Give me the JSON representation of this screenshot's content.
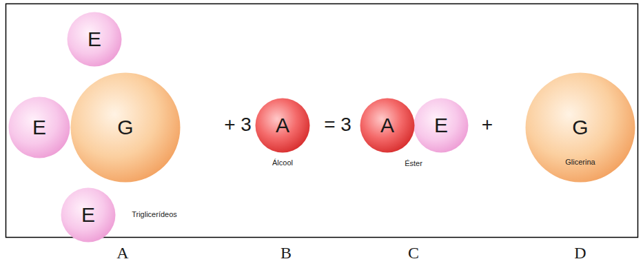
{
  "diagram": {
    "nodes": [
      {
        "text": [
          "E"
        ]
      },
      {
        "text": [
          "E"
        ]
      },
      {
        "text": [
          "G"
        ]
      },
      {
        "text": [
          "E"
        ]
      },
      {
        "text": [
          "A",
          "Álcool"
        ]
      },
      {
        "text": [
          "A"
        ]
      },
      {
        "text": [
          "E"
        ]
      },
      {
        "text": [
          "G",
          "Glicerina"
        ]
      }
    ],
    "labels": [
      "Triglicerídeos",
      "+ 3",
      "= 3",
      "Éster",
      "+",
      "A",
      "B",
      "C",
      "D"
    ]
  }
}
